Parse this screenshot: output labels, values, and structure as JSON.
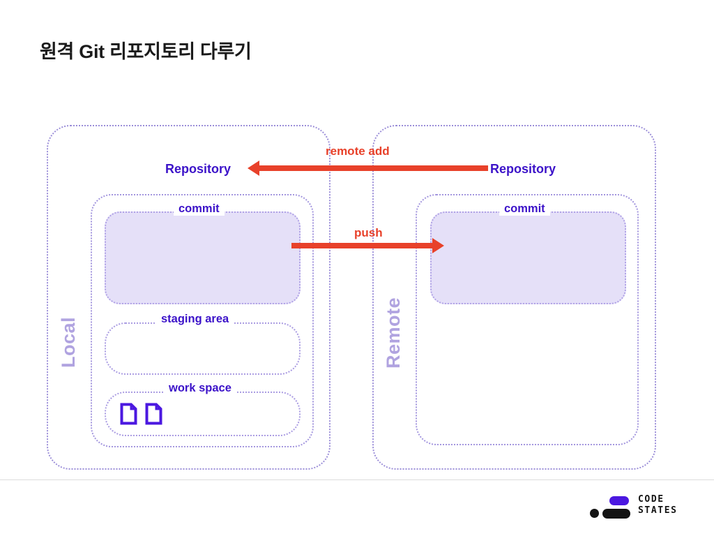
{
  "slide": {
    "title": "원격 Git 리포지토리 다루기"
  },
  "colors": {
    "accent_purple": "#3C13C9",
    "soft_purple": "#B0A3E0",
    "panel_fill": "#E5E0F8",
    "dashed_border": "#9B8ED8",
    "arrow_red": "#E8412A",
    "title_black": "#1A1A1A",
    "divider_gray": "#DDDDDD"
  },
  "diagram": {
    "type": "git-remote-repository-flow",
    "local": {
      "side_label": "Local",
      "repository_label": "Repository",
      "commit_label": "commit",
      "staging_label": "staging area",
      "workspace_label": "work space",
      "workspace_files": [
        {
          "icon": "file-icon"
        },
        {
          "icon": "file-icon"
        }
      ]
    },
    "remote": {
      "side_label": "Remote",
      "repository_label": "Repository",
      "commit_label": "commit"
    },
    "arrows": [
      {
        "label": "remote add",
        "direction": "right-to-left",
        "from": "remote.repository",
        "to": "local.repository"
      },
      {
        "label": "push",
        "direction": "left-to-right",
        "from": "local.commit",
        "to": "remote.commit"
      }
    ]
  },
  "footer": {
    "logo": {
      "line1": "CODE",
      "line2": "STATES",
      "mark": "codestates-logo-mark"
    }
  }
}
